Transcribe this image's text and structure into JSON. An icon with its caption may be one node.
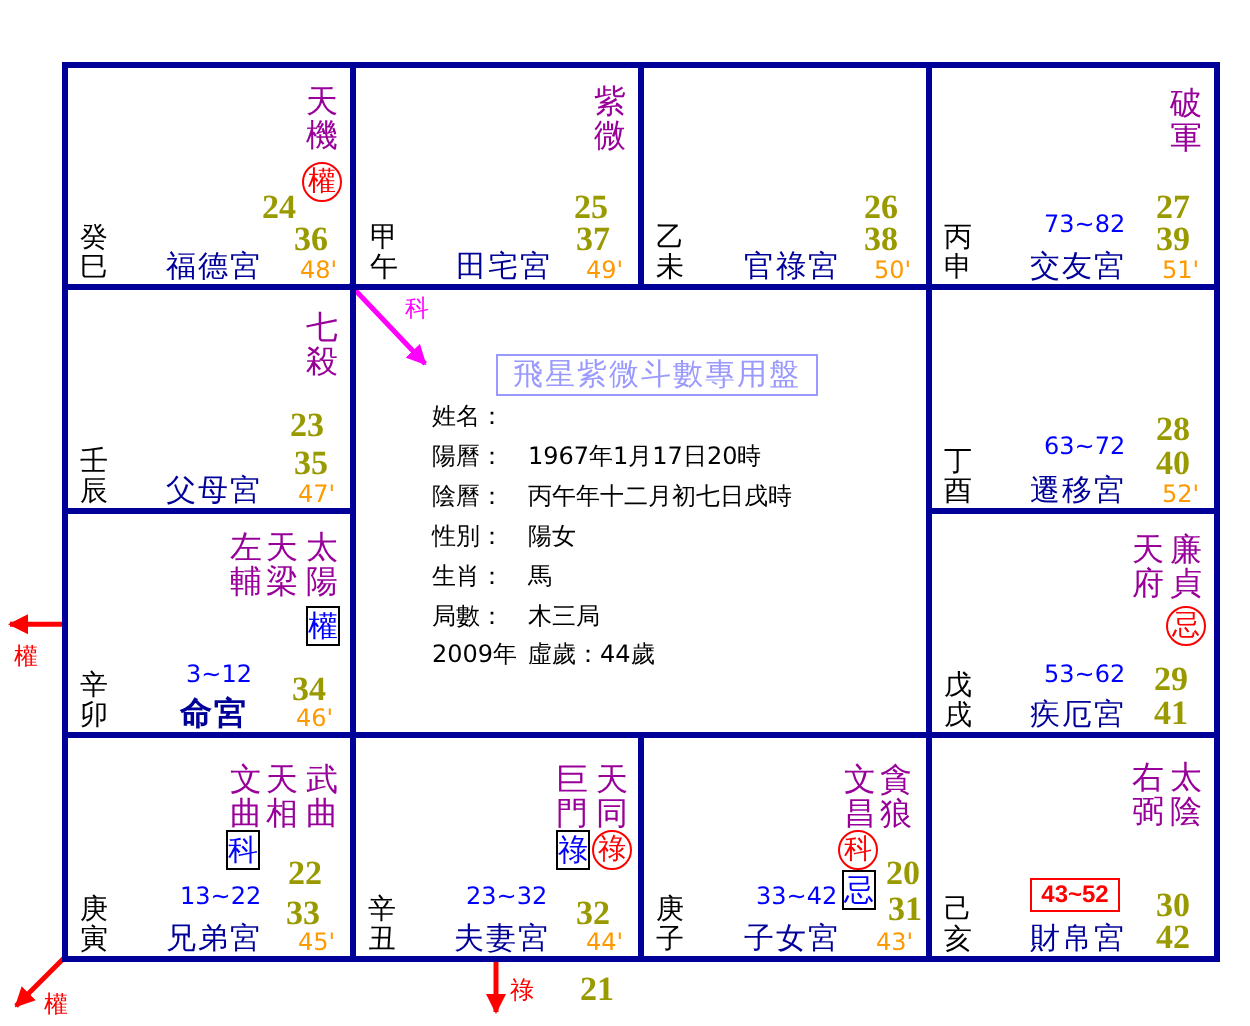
{
  "diagram": {
    "nodes": [
      {
        "text": [
          "天機",
          "癸巳",
          "福德宮",
          "24",
          "36",
          "48'"
        ]
      },
      {
        "text": [
          "權"
        ],
        "in": 0
      },
      {
        "text": [
          "紫微",
          "甲午",
          "田宅宮",
          "25",
          "37",
          "49'"
        ]
      },
      {
        "text": [
          "乙未",
          "官祿宮",
          "26",
          "38",
          "50'"
        ]
      },
      {
        "text": [
          "破軍",
          "丙申",
          "73~82",
          "交友宮",
          "27",
          "39",
          "51'"
        ]
      },
      {
        "text": [
          "七殺",
          "壬辰",
          "父母宮",
          "23",
          "35",
          "47'"
        ]
      },
      {
        "text": [
          "姓名：",
          "陽曆：",
          "1967年1月17日20時",
          "陰曆：",
          "丙午年十二月初七日戌時",
          "性別：",
          "陽女",
          "生肖：",
          "馬",
          "局數：",
          "木三局",
          "2009年",
          "虛歲：44歲"
        ]
      },
      {
        "text": [
          "飛星紫微斗數專用盤"
        ],
        "in": 6
      },
      {
        "text": [
          "丁酉",
          "63~72",
          "遷移宮",
          "28",
          "40",
          "52'"
        ]
      },
      {
        "text": [
          "太陽",
          "天梁",
          "左輔",
          "辛卯",
          "3~12",
          "命宮",
          "34",
          "46'"
        ]
      },
      {
        "text": [
          "權"
        ],
        "in": 9
      },
      {
        "text": [
          "廉貞",
          "天府",
          "戊戌",
          "53~62",
          "疾厄宮",
          "29",
          "41"
        ]
      },
      {
        "text": [
          "忌"
        ],
        "in": 11
      },
      {
        "text": [
          "武曲",
          "天相",
          "文曲",
          "庚寅",
          "13~22",
          "兄弟宮",
          "22",
          "33",
          "45'"
        ]
      },
      {
        "text": [
          "科"
        ],
        "in": 13
      },
      {
        "text": [
          "天同",
          "巨門",
          "辛丑",
          "23~32",
          "夫妻宮",
          "32",
          "44'"
        ],
        "beside": [
          "21"
        ]
      },
      {
        "text": [
          "祿"
        ],
        "in": 15
      },
      {
        "text": [
          "祿"
        ],
        "in": 15
      },
      {
        "text": [
          "貪狼",
          "文昌",
          "庚子",
          "33~42",
          "子女宮",
          "20",
          "31",
          "43'"
        ]
      },
      {
        "text": [
          "科"
        ],
        "in": 18
      },
      {
        "text": [
          "忌"
        ],
        "in": 18
      },
      {
        "text": [
          "太陰",
          "右弼",
          "己亥",
          "財帛宮",
          "30",
          "42"
        ]
      },
      {
        "text": [
          "43~52"
        ],
        "in": 21
      }
    ],
    "edges": [
      {
        "from": 0,
        "to": null,
        "arrow": "to",
        "label": "科",
        "color": "#ff00ff"
      },
      {
        "from": 9,
        "to": null,
        "arrow": "to",
        "label": "權"
      },
      {
        "from": 13,
        "to": null,
        "arrow": "to",
        "label": "權"
      },
      {
        "from": 15,
        "to": null,
        "arrow": "to",
        "label": "祿"
      }
    ]
  }
}
